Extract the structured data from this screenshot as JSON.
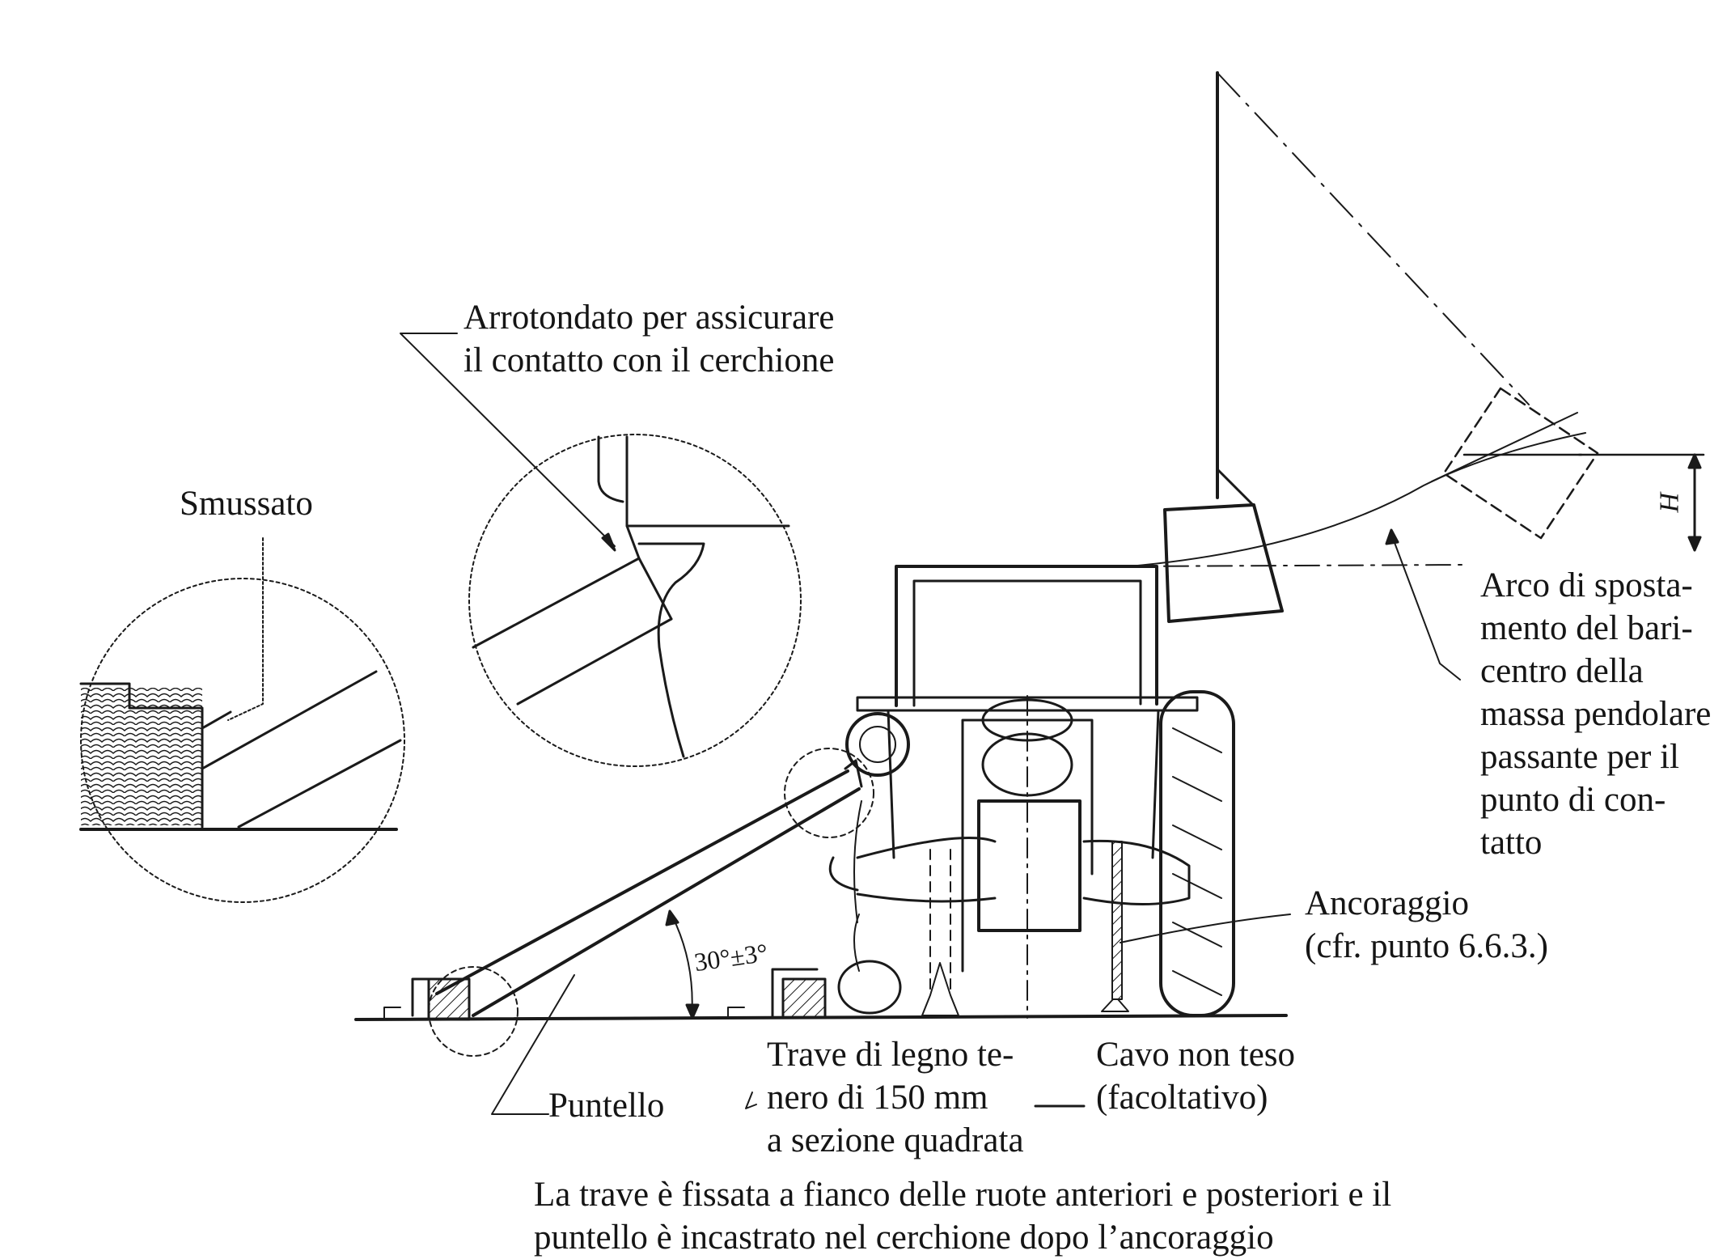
{
  "labels": {
    "arrotondato": [
      "Arrotondato per assicurare",
      "il contatto con il cerchione"
    ],
    "smussato": "Smussato",
    "arco": [
      "Arco di sposta-",
      "mento del bari-",
      "centro della",
      "massa pendolare",
      "passante per il",
      "punto di con-",
      "tatto"
    ],
    "h": "H",
    "ancoraggio": [
      "Ancoraggio",
      "(cfr. punto 6.6.3.)"
    ],
    "angolo": "30°±3°",
    "puntello": "Puntello",
    "trave": [
      "Trave di legno te-",
      "nero di 150 mm",
      "a sezione quadrata"
    ],
    "cavo": [
      "Cavo non teso",
      "(facoltativo)"
    ],
    "nota": [
      "La trave è fissata a fianco delle ruote anteriori e posteriori e il",
      "puntello è incastrato nel cerchione dopo l’ancoraggio"
    ]
  },
  "colors": {
    "ink": "#1a1a1a",
    "background": "#ffffff"
  }
}
